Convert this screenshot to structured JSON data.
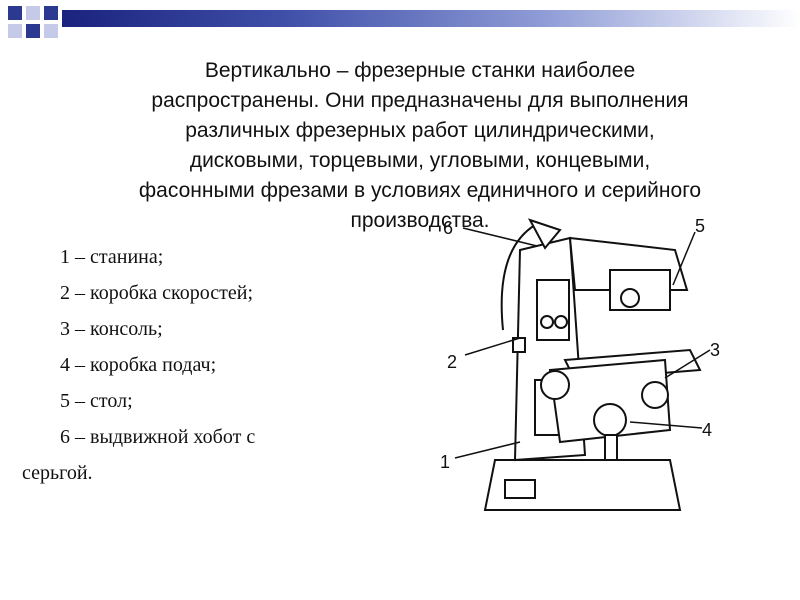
{
  "heading_lines": [
    "Вертикально – фрезерные станки  наиболее",
    "распространены. Они предназначены для выполнения",
    "различных фрезерных работ цилиндрическими,",
    "дисковыми, торцевыми, угловыми, концевыми,",
    "фасонными фрезами в условиях единичного и серийного",
    "производства."
  ],
  "legend": [
    "1 – станина;",
    "2 – коробка скоростей;",
    "3 – консоль;",
    "4 – коробка подач;",
    "5 – стол;",
    "6 – выдвижной хобот с",
    "серьгой."
  ],
  "figure": {
    "callouts": [
      "1",
      "2",
      "3",
      "4",
      "5",
      "6"
    ]
  },
  "colors": {
    "accent": "#2b3990",
    "gradient_end": "#ffffff"
  }
}
